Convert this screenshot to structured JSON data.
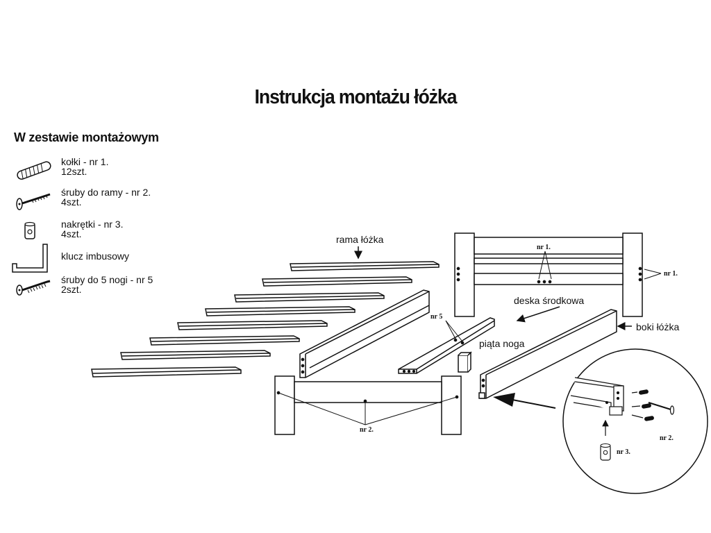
{
  "title": "Instrukcja montażu łóżka",
  "kit": {
    "heading": "W zestawie montażowym",
    "items": [
      {
        "icon": "dowel-icon",
        "name": "kołki - nr 1.",
        "qty": "12szt."
      },
      {
        "icon": "frame-screw-icon",
        "name": "śruby do ramy - nr 2.",
        "qty": "4szt."
      },
      {
        "icon": "nut-icon",
        "name": "nakrętki - nr 3.",
        "qty": "4szt."
      },
      {
        "icon": "allen-key-icon",
        "name": "klucz imbusowy",
        "qty": ""
      },
      {
        "icon": "leg-screw-icon",
        "name": "śruby do 5 nogi - nr 5",
        "qty": "2szt."
      }
    ]
  },
  "labels": {
    "rama": "rama łóżka",
    "deska": "deska środkowa",
    "boki": "boki łóżka",
    "piata": "piąta noga",
    "nr1_top": "nr 1.",
    "nr1_right": "nr 1.",
    "nr5": "nr 5",
    "nr2_bottom": "nr 2.",
    "nr2_detail": "nr 2.",
    "nr3_detail": "nr 3."
  }
}
